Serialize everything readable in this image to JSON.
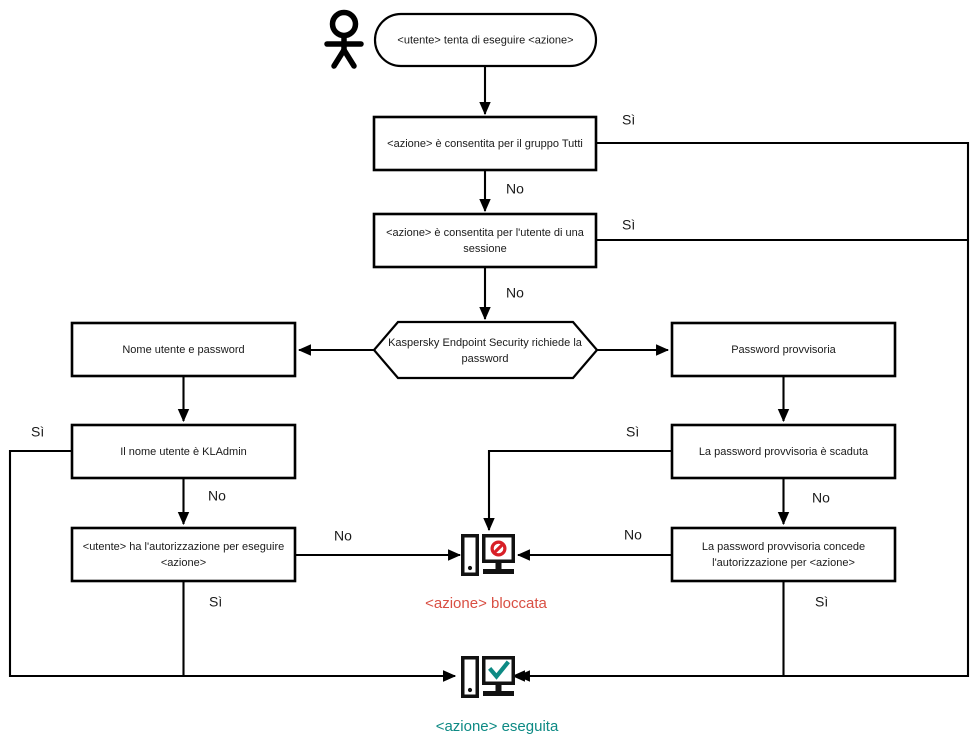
{
  "diagram": {
    "title": "Kaspersky Endpoint Security password protection flow",
    "language": "it",
    "colors": {
      "line": "#000000",
      "node_fill": "#ffffff",
      "blocked_text": "#d94f43",
      "executed_text": "#0d8a84",
      "deny_icon": "#d81f27",
      "check_icon": "#0d8a84"
    },
    "nodes": {
      "start": {
        "label": "<utente> tenta di eseguire <azione>",
        "shape": "rounded"
      },
      "allowed_group_all": {
        "label": "<azione>  è consentita per il gruppo Tutti",
        "shape": "rect"
      },
      "allowed_session_user": {
        "line1": "<azione> è consentita per l'utente di una",
        "line2": "sessione",
        "shape": "rect"
      },
      "kes_requests_password": {
        "line1": "Kaspersky Endpoint Security richiede la",
        "line2": "password",
        "shape": "hexagon"
      },
      "username_password": {
        "label": "Nome utente e password",
        "shape": "rect"
      },
      "temporary_password": {
        "label": "Password provvisoria",
        "shape": "rect"
      },
      "username_is_kladmin": {
        "label": "Il nome utente è KLAdmin",
        "shape": "rect"
      },
      "temp_password_expired": {
        "label": "La password provvisoria è scaduta",
        "shape": "rect"
      },
      "user_has_permission": {
        "line1": "<utente> ha l'autorizzazione per eseguire",
        "line2": "<azione>",
        "shape": "rect"
      },
      "temp_password_grants": {
        "line1": "La password provvisoria concede",
        "line2": "l'autorizzazione per <azione>",
        "shape": "rect"
      }
    },
    "icons": {
      "actor": "user-actor-icon",
      "blocked": "monitor-blocked-icon",
      "executed": "monitor-check-icon"
    },
    "captions": {
      "blocked": "<azione> bloccata",
      "executed": "<azione> eseguita"
    },
    "edge_labels": {
      "yes": "Sì",
      "no": "No",
      "group_all_yes": "Sì",
      "group_all_no": "No",
      "session_user_yes": "Sì",
      "session_user_no": "No",
      "kladmin_yes": "Sì",
      "kladmin_no": "No",
      "permission_no": "No",
      "permission_yes": "Sì",
      "expired_yes": "Sì",
      "expired_no": "No",
      "grants_no": "No",
      "grants_yes": "Sì"
    }
  }
}
